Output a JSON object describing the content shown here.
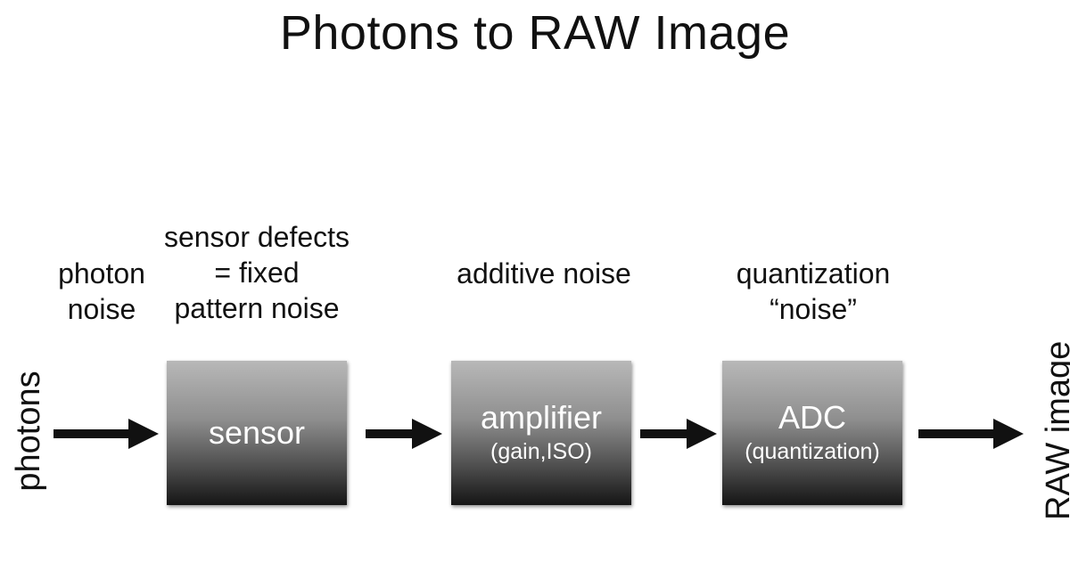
{
  "title": "Photons to RAW Image",
  "input_label": "photons",
  "output_label": "RAW image",
  "noise_notes": {
    "photon": [
      "photon",
      "noise"
    ],
    "sensor": [
      "sensor defects",
      "= fixed",
      "pattern noise"
    ],
    "additive": [
      "additive noise"
    ],
    "quantization": [
      "quantization",
      "“noise”"
    ]
  },
  "blocks": {
    "sensor": {
      "label": "sensor",
      "sub": ""
    },
    "amplifier": {
      "label": "amplifier",
      "sub": "(gain,ISO)"
    },
    "adc": {
      "label": "ADC",
      "sub": "(quantization)"
    }
  },
  "colors": {
    "arrow": "#111111",
    "box_top": "#b8b8b8",
    "box_bottom": "#151515",
    "box_text": "#ffffff"
  }
}
